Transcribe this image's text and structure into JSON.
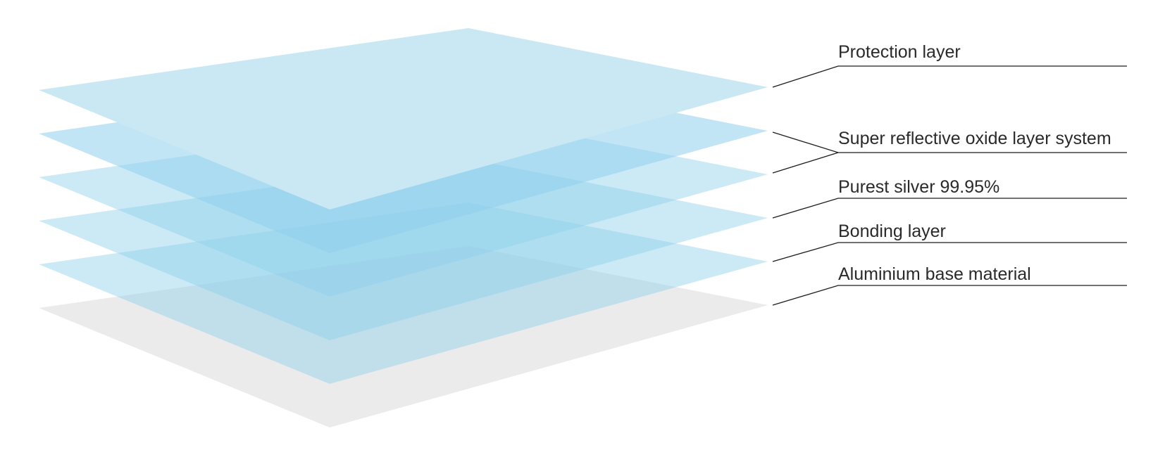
{
  "diagram": {
    "layers": [
      {
        "id": "protection",
        "label": "Protection layer",
        "color": "#c9e8f4",
        "opacity": 1.0,
        "material": "coating"
      },
      {
        "id": "oxide",
        "label": "Super reflective oxide layer system",
        "color": "#8fd0ec",
        "opacity": 0.55,
        "material": "coating"
      },
      {
        "id": "oxide-2",
        "label": "",
        "color": "#8fd0ec",
        "opacity": 0.45,
        "material": "coating"
      },
      {
        "id": "silver",
        "label": "Purest silver 99.95%",
        "color": "#8fd0ec",
        "opacity": 0.45,
        "material": "coating"
      },
      {
        "id": "bonding",
        "label": "Bonding layer",
        "color": "#8fd0ec",
        "opacity": 0.45,
        "material": "coating"
      },
      {
        "id": "aluminium",
        "label": "Aluminium base material",
        "color": "#d8d8d8",
        "opacity": 0.5,
        "material": "base"
      }
    ],
    "colors": {
      "coating": "#8fd0ec",
      "base": "#d8d8d8",
      "line": "#1c1c1c",
      "text": "#2a2a2a"
    }
  }
}
